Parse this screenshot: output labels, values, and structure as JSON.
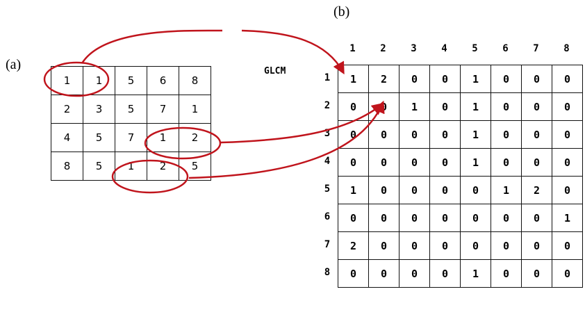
{
  "labels": {
    "panel_a": "(a)",
    "panel_b": "(b)",
    "glcm": "GLCM"
  },
  "image_matrix": [
    [
      "1",
      "1",
      "5",
      "6",
      "8"
    ],
    [
      "2",
      "3",
      "5",
      "7",
      "1"
    ],
    [
      "4",
      "5",
      "7",
      "1",
      "2"
    ],
    [
      "8",
      "5",
      "1",
      "2",
      "5"
    ]
  ],
  "glcm": {
    "column_headers": [
      "1",
      "2",
      "3",
      "4",
      "5",
      "6",
      "7",
      "8"
    ],
    "row_headers": [
      "1",
      "2",
      "3",
      "4",
      "5",
      "6",
      "7",
      "8"
    ],
    "rows": [
      [
        "1",
        "2",
        "0",
        "0",
        "1",
        "0",
        "0",
        "0"
      ],
      [
        "0",
        "0",
        "1",
        "0",
        "1",
        "0",
        "0",
        "0"
      ],
      [
        "0",
        "0",
        "0",
        "0",
        "1",
        "0",
        "0",
        "0"
      ],
      [
        "0",
        "0",
        "0",
        "0",
        "1",
        "0",
        "0",
        "0"
      ],
      [
        "1",
        "0",
        "0",
        "0",
        "0",
        "1",
        "2",
        "0"
      ],
      [
        "0",
        "0",
        "0",
        "0",
        "0",
        "0",
        "0",
        "1"
      ],
      [
        "2",
        "0",
        "0",
        "0",
        "0",
        "0",
        "0",
        "0"
      ],
      [
        "0",
        "0",
        "0",
        "0",
        "1",
        "0",
        "0",
        "0"
      ]
    ]
  },
  "colors": {
    "annotation": "#c0141c"
  }
}
